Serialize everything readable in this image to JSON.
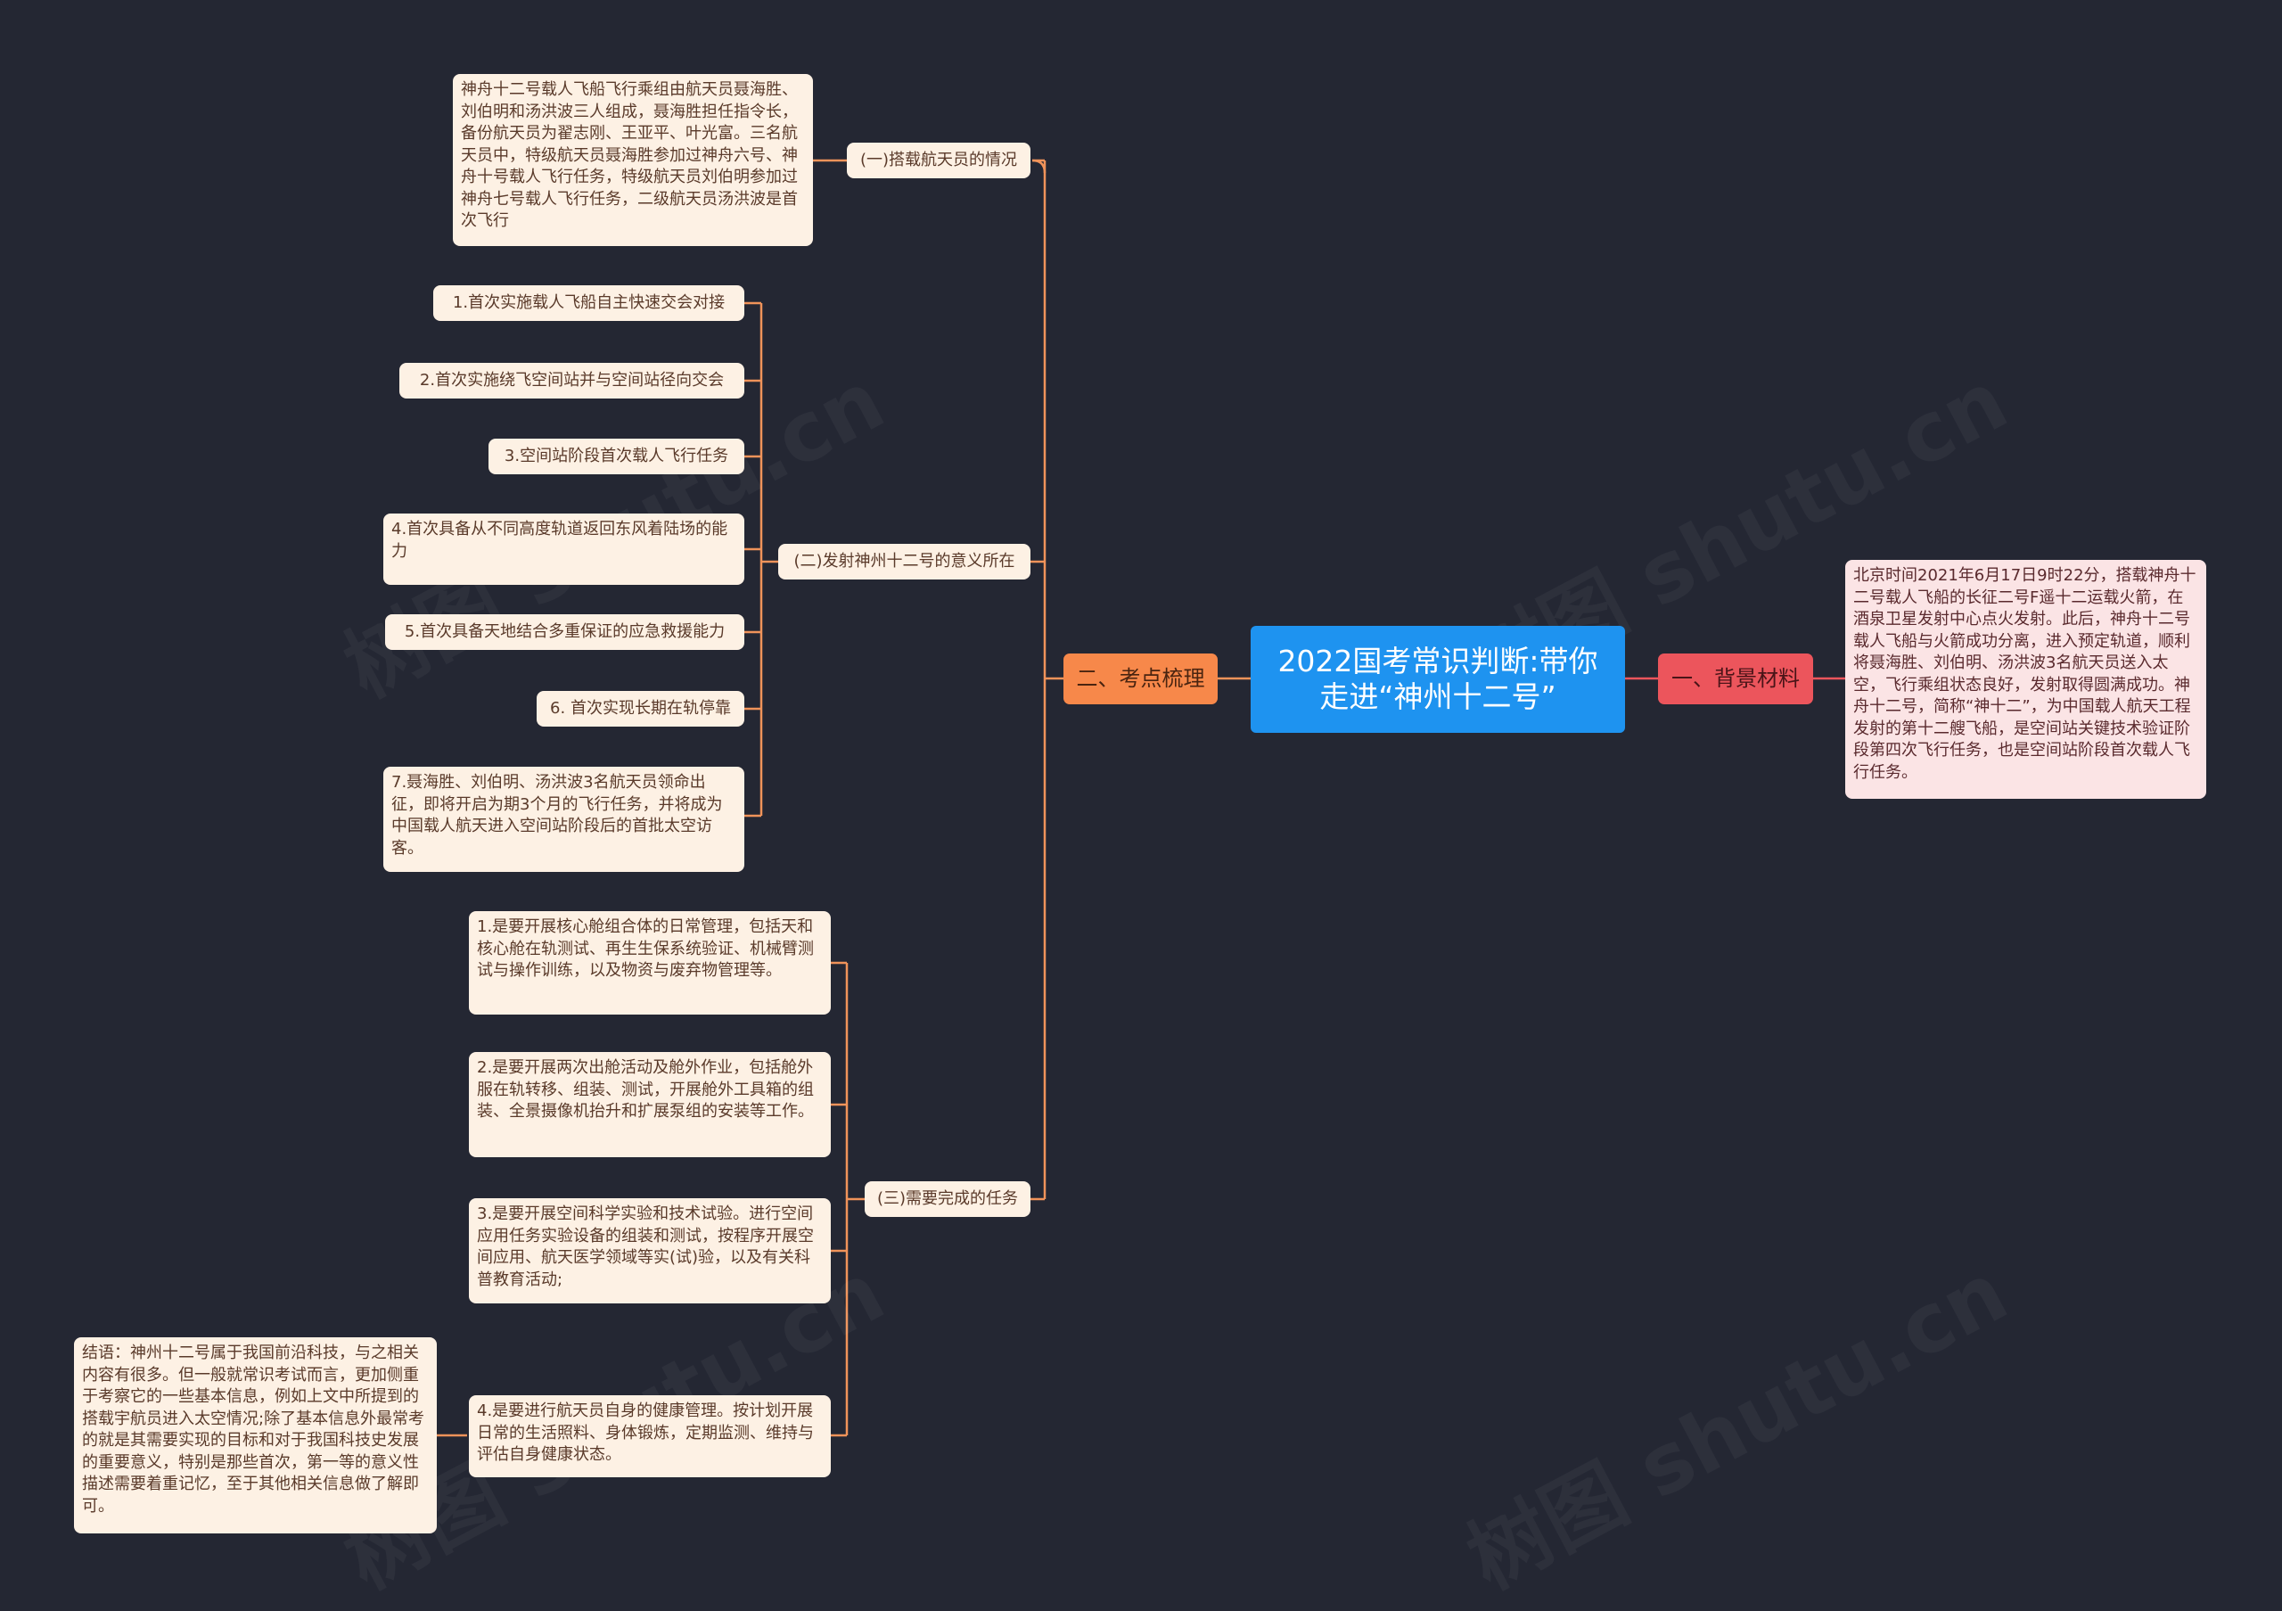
{
  "root": "2022国考常识判断:带你走进“神州十二号”",
  "left_branch": "二、考点梳理",
  "right_branch": "一、背景材料",
  "background_text": "北京时间2021年6月17日9时22分，搭载神舟十二号载人飞船的长征二号F遥十二运载火箭，在酒泉卫星发射中心点火发射。此后，神舟十二号载人飞船与火箭成功分离，进入预定轨道，顺利将聂海胜、刘伯明、汤洪波3名航天员送入太空，飞行乘组状态良好，发射取得圆满成功。神舟十二号，简称“神十二”，为中国载人航天工程发射的第十二艘飞船，是空间站关键技术验证阶段第四次飞行任务，也是空间站阶段首次载人飞行任务。",
  "sections": {
    "s1": {
      "label": "(一)搭载航天员的情况",
      "detail": "神舟十二号载人飞船飞行乘组由航天员聂海胜、刘伯明和汤洪波三人组成，聂海胜担任指令长，备份航天员为翟志刚、王亚平、叶光富。三名航天员中，特级航天员聂海胜参加过神舟六号、神舟十号载人飞行任务，特级航天员刘伯明参加过神舟七号载人飞行任务，二级航天员汤洪波是首次飞行"
    },
    "s2": {
      "label": "(二)发射神州十二号的意义所在",
      "items": [
        "1.首次实施载人飞船自主快速交会对接",
        "2.首次实施绕飞空间站并与空间站径向交会",
        "3.空间站阶段首次载人飞行任务",
        "4.首次具备从不同高度轨道返回东风着陆场的能力",
        "5.首次具备天地结合多重保证的应急救援能力",
        "6. 首次实现长期在轨停靠",
        "7.聂海胜、刘伯明、汤洪波3名航天员领命出征，即将开启为期3个月的飞行任务，并将成为中国载人航天进入空间站阶段后的首批太空访客。"
      ]
    },
    "s3": {
      "label": "(三)需要完成的任务",
      "items": [
        "1.是要开展核心舱组合体的日常管理，包括天和核心舱在轨测试、再生生保系统验证、机械臂测试与操作训练，以及物资与废弃物管理等。",
        "2.是要开展两次出舱活动及舱外作业，包括舱外服在轨转移、组装、测试，开展舱外工具箱的组装、全景摄像机抬升和扩展泵组的安装等工作。",
        "3.是要开展空间科学实验和技术试验。进行空间应用任务实验设备的组装和测试，按程序开展空间应用、航天医学领域等实(试)验，以及有关科普教育活动;",
        "4.是要进行航天员自身的健康管理。按计划开展日常的生活照料、身体锻炼，定期监测、维持与评估自身健康状态。"
      ],
      "conclusion": "结语：神州十二号属于我国前沿科技，与之相关内容有很多。但一般就常识考试而言，更加侧重于考察它的一些基本信息，例如上文中所提到的搭载宇航员进入太空情况;除了基本信息外最常考的就是其需要实现的目标和对于我国科技史发展的重要意义，特别是那些首次，第一等的意义性描述需要着重记忆，至于其他相关信息做了解即可。"
    }
  },
  "watermark": "树图 shutu.cn",
  "colors": {
    "background": "#242733",
    "root": "#1e93f0",
    "left_branch": "#f7884a",
    "right_branch": "#ec555c",
    "leaf": "#fdf1e4",
    "connector_left": "#f0935a",
    "connector_right": "#ec555c"
  }
}
